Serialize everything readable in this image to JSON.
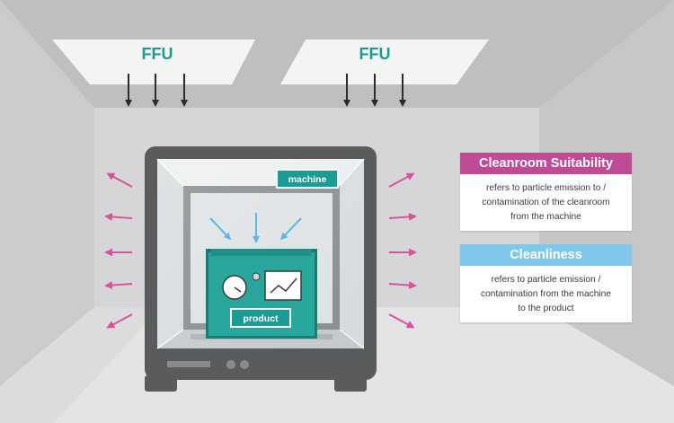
{
  "ffu_left": "FFU",
  "ffu_right": "FFU",
  "machine_label": "machine",
  "product_label": "product",
  "cards": [
    {
      "title": "Cleanroom Suitability",
      "lines": [
        "refers to particle emission to /",
        "contamination of the cleanroom",
        "from the machine"
      ]
    },
    {
      "title": "Cleanliness",
      "lines": [
        "refers to particle emission /",
        "contamination from the machine",
        "to the product"
      ]
    }
  ],
  "colors": {
    "teal": "#1a9c94",
    "magenta": "#bf4a95",
    "light_blue": "#7fc8ec",
    "blue_arrow": "#5bb7e6",
    "pink_arrow": "#d5559a",
    "machine_frame": "#5a5b5d"
  }
}
